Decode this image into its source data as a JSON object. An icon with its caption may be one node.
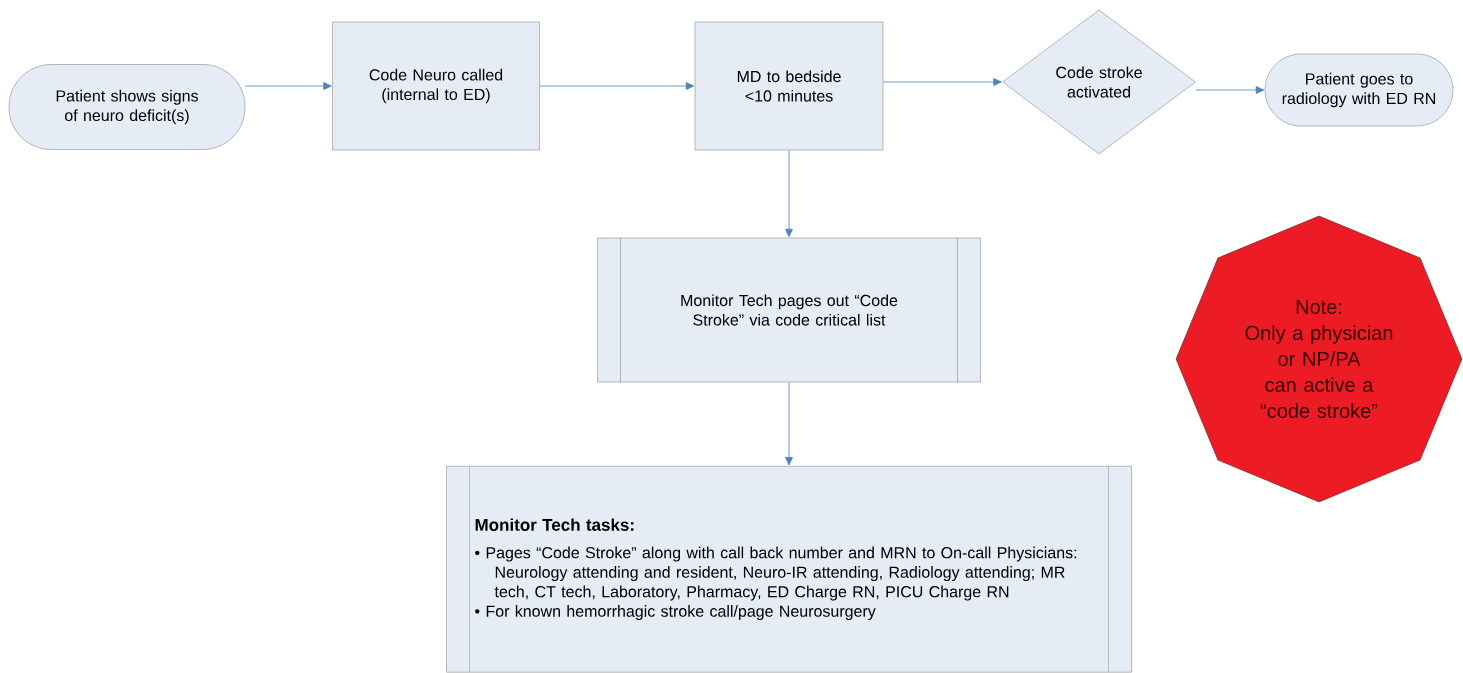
{
  "diagram": {
    "nodes": [
      {
        "text": [
          "Patient shows signs of neuro deficit(s)"
        ]
      },
      {
        "text": [
          "Code Neuro called (internal to ED)"
        ]
      },
      {
        "text": [
          "MD to bedside <10 minutes"
        ]
      },
      {
        "text": [
          "Code stroke activated"
        ]
      },
      {
        "text": [
          "Patient goes to radiology with ED RN"
        ]
      },
      {
        "text": [
          "Monitor Tech pages out “Code Stroke” via code critical list"
        ]
      },
      {
        "text": [
          "Monitor Tech tasks:",
          "• Pages “Code Stroke” along with call back number and MRN to On-call Physicians: Neurology attending and resident, Neuro-IR attending, Radiology attending; MR tech, CT tech, Laboratory, Pharmacy, ED Charge RN, PICU Charge RN",
          "• For known hemorrhagic stroke call/page Neurosurgery"
        ]
      },
      {
        "text": [
          "Note:",
          "Only a physician or NP/PA can active a “code stroke”"
        ]
      }
    ],
    "edges": [
      {
        "from": 0,
        "to": 1,
        "arrow": "to"
      },
      {
        "from": 1,
        "to": 2,
        "arrow": "to"
      },
      {
        "from": 2,
        "to": 3,
        "arrow": "to"
      },
      {
        "from": 3,
        "to": 4,
        "arrow": "to"
      },
      {
        "from": 2,
        "to": 5,
        "arrow": "to"
      },
      {
        "from": 5,
        "to": 6,
        "arrow": "to"
      }
    ]
  }
}
